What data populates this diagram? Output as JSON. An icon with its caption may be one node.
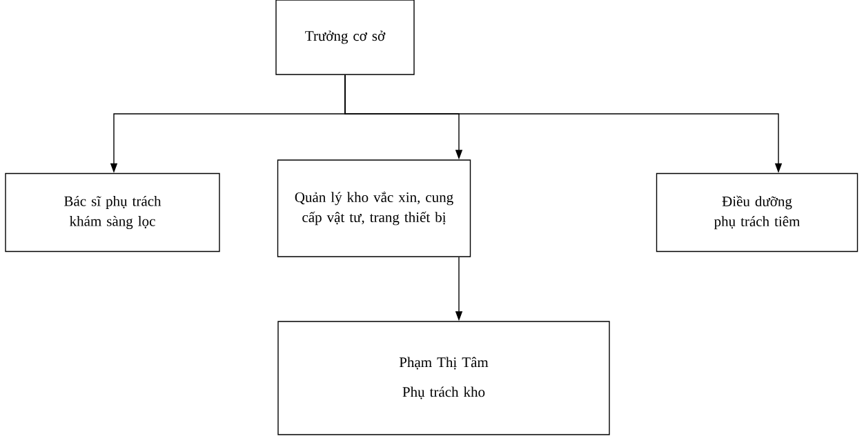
{
  "diagram": {
    "nodes": [
      {
        "text": [
          "Trưởng cơ sở"
        ]
      },
      {
        "text": [
          "Bác sĩ phụ trách khám sàng lọc"
        ]
      },
      {
        "text": [
          "Quản lý kho vắc xin, cung cấp vật tư, trang thiết bị"
        ]
      },
      {
        "text": [
          "Điều dưỡng phụ trách tiêm"
        ]
      },
      {
        "text": [
          "Phạm Thị Tâm",
          "Phụ trách kho"
        ]
      }
    ],
    "edges": [
      {
        "from": 0,
        "to": 1,
        "arrow": "to"
      },
      {
        "from": 0,
        "to": 2,
        "arrow": "to"
      },
      {
        "from": 0,
        "to": 3,
        "arrow": "to"
      },
      {
        "from": 2,
        "to": 4,
        "arrow": "to"
      }
    ]
  }
}
